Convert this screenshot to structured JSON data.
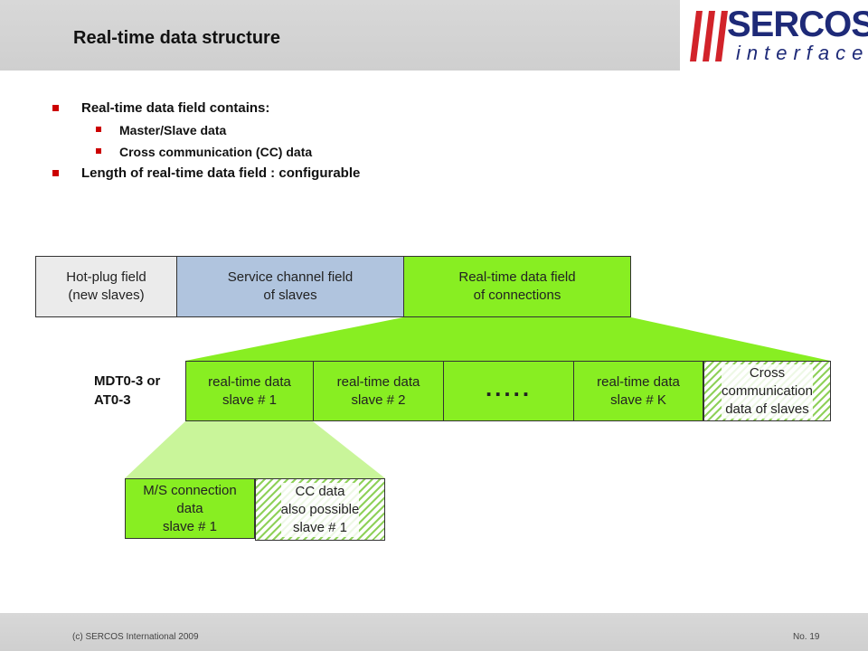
{
  "header": {
    "title": "Real-time data structure"
  },
  "logo": {
    "main": "SERCOS",
    "sub": "interface"
  },
  "bullets": [
    {
      "level": 1,
      "text": "Real-time data field contains:"
    },
    {
      "level": 2,
      "text": "Master/Slave data"
    },
    {
      "level": 2,
      "text": "Cross communication (CC) data"
    },
    {
      "level": 1,
      "text": "Length of real-time data field : configurable"
    }
  ],
  "diagram": {
    "top_row": {
      "hotplug": "Hot-plug field\n(new slaves)",
      "service": "Service channel field\nof slaves",
      "realtime": "Real-time data field\nof connections"
    },
    "side_label": "MDT0-3 or\nAT0-3",
    "mid_row": {
      "slave1": "real-time data\nslave # 1",
      "slave2": "real-time data\nslave # 2",
      "dots": ".....",
      "slaveK": "real-time data\nslave # K",
      "cc": "Cross\ncommunication\ndata of slaves"
    },
    "bottom_row": {
      "ms": "M/S connection\ndata\nslave # 1",
      "cc": "CC data\nalso possible\nslave # 1"
    },
    "colors": {
      "hotplug": "#ebebeb",
      "service": "#b0c4de",
      "realtime": "#88ee22",
      "wedge_light": "#c9f59a",
      "hatch": "#8fd15a"
    }
  },
  "footer": {
    "copyright": "(c) SERCOS International 2009",
    "page": "No. 19"
  }
}
